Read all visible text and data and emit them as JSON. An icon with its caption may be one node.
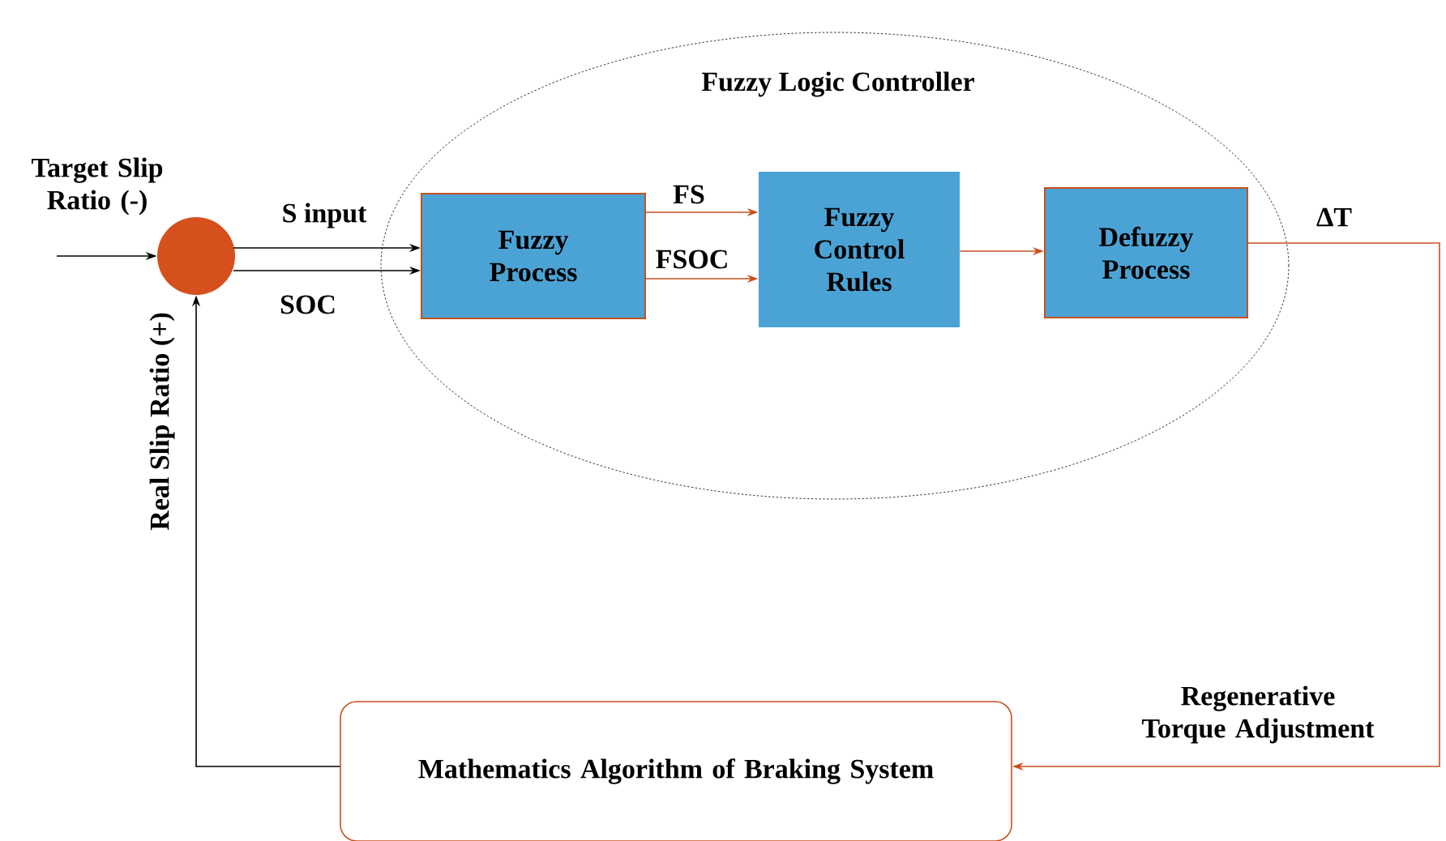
{
  "diagram": {
    "nodes": [
      {
        "text": [
          "Fuzzy Logic Controller"
        ]
      },
      {
        "text": [],
        "shape": "circle"
      },
      {
        "text": [
          "Fuzzy Process"
        ],
        "in": 0
      },
      {
        "text": [
          "Fuzzy Control Rules"
        ],
        "in": 0
      },
      {
        "text": [
          "Defuzzy Process"
        ],
        "in": 0
      },
      {
        "text": [
          "Mathematics Algorithm of Braking System"
        ]
      }
    ],
    "edges": [
      {
        "from": null,
        "to": 1,
        "arrow": "to",
        "label": "Target Slip Ratio (-)"
      },
      {
        "from": 1,
        "to": 2,
        "arrow": "to",
        "label": "S input"
      },
      {
        "from": 1,
        "to": 2,
        "arrow": "to",
        "label": "SOC"
      },
      {
        "from": 2,
        "to": 3,
        "arrow": "to",
        "label": "FS",
        "color": "#c8501e"
      },
      {
        "from": 2,
        "to": 3,
        "arrow": "to",
        "label": "FSOC",
        "color": "#c8501e"
      },
      {
        "from": 3,
        "to": 4,
        "arrow": "to",
        "color": "#c8501e"
      },
      {
        "from": 4,
        "to": 5,
        "arrow": "to",
        "label": "ΔT",
        "color": "#c8501e"
      },
      {
        "from": 5,
        "to": 1,
        "arrow": "to",
        "label": "Real Slip Ratio (+)"
      }
    ],
    "labels": [
      "Regenerative Torque Adjustment"
    ]
  }
}
